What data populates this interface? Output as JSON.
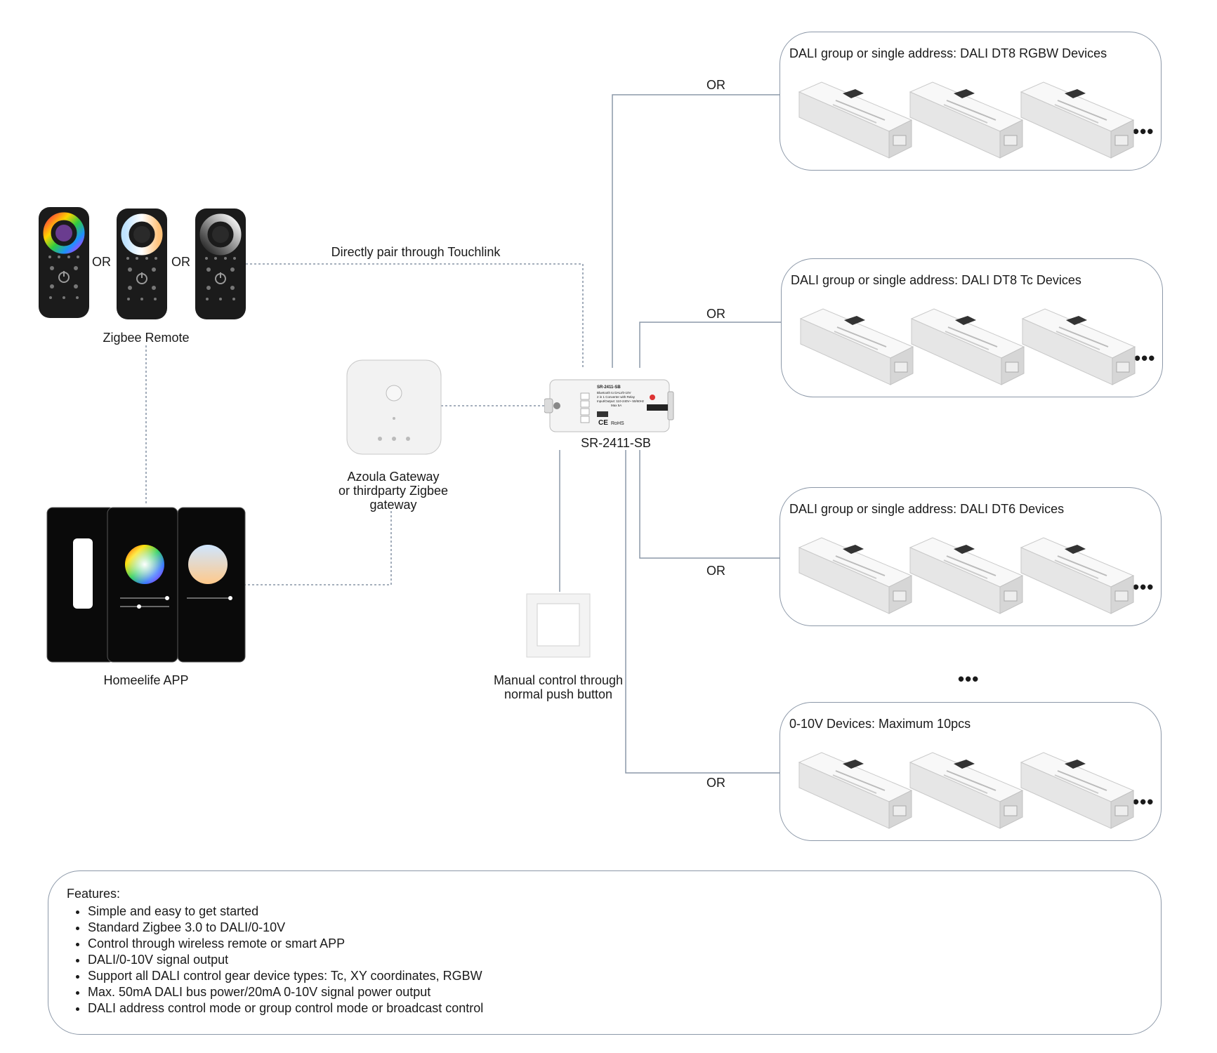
{
  "labels": {
    "or_remote_1": "OR",
    "or_remote_2": "OR",
    "zigbee_remote": "Zigbee Remote",
    "homeelife_app": "Homeelife APP",
    "touchlink": "Directly pair through Touchlink",
    "gateway_line1": "Azoula Gateway",
    "gateway_line2": "or thirdparty Zigbee",
    "gateway_line3": "gateway",
    "controller": "SR-2411-SB",
    "push_line1": "Manual control through",
    "push_line2": "normal push button",
    "or_branch_1": "OR",
    "or_branch_2": "OR",
    "or_branch_3": "OR",
    "or_branch_4": "OR",
    "between_groups_more": "•••"
  },
  "controller_device": {
    "model_text": "SR-2411-SB",
    "line1": "Bluetooth to DALI/0-10V",
    "line2": "2 in 1 Converter with Relay",
    "line3": "Input/Output: 110-240V~ 50/60Hz",
    "line4": "Max 5A",
    "rohs": "RoHS",
    "ce": "CE"
  },
  "device_groups": [
    {
      "title": "DALI group or single address: DALI DT8 RGBW Devices",
      "more": "•••"
    },
    {
      "title": "DALI group or single address: DALI DT8 Tc Devices",
      "more": "•••"
    },
    {
      "title": "DALI group or single address: DALI DT6 Devices",
      "more": "•••"
    },
    {
      "title": "0-10V Devices: Maximum 10pcs",
      "more": "•••"
    }
  ],
  "features": {
    "title": "Features:",
    "items": [
      "Simple and easy to get started",
      "Standard Zigbee 3.0 to DALI/0-10V",
      "Control through wireless remote or smart APP",
      "DALI/0-10V signal output",
      "Support all DALI control gear device types: Tc, XY coordinates, RGBW",
      "Max. 50mA DALI bus power/20mA 0-10V signal power output",
      "DALI address control mode or group control mode or broadcast control"
    ]
  },
  "colors": {
    "wire": "#8c98a8",
    "dotted": "#6f7f94",
    "remote_body": "#1b1b1b",
    "device_body": "#eeeeee"
  },
  "icons": [
    "power-icon",
    "color-wheel-icon",
    "white-tone-wheel-icon",
    "brightness-wheel-icon"
  ]
}
